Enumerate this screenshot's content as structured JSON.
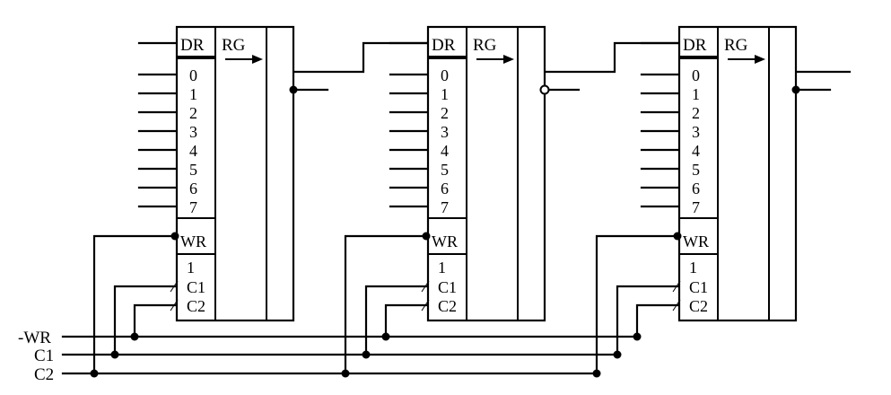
{
  "registers": [
    {
      "header_left": "DR",
      "header_right": "RG",
      "data_pins": [
        "0",
        "1",
        "2",
        "3",
        "4",
        "5",
        "6",
        "7"
      ],
      "write_pin": "WR",
      "control_pins": [
        "1",
        "C1",
        "C2"
      ]
    },
    {
      "header_left": "DR",
      "header_right": "RG",
      "data_pins": [
        "0",
        "1",
        "2",
        "3",
        "4",
        "5",
        "6",
        "7"
      ],
      "write_pin": "WR",
      "control_pins": [
        "1",
        "C1",
        "C2"
      ]
    },
    {
      "header_left": "DR",
      "header_right": "RG",
      "data_pins": [
        "0",
        "1",
        "2",
        "3",
        "4",
        "5",
        "6",
        "7"
      ],
      "write_pin": "WR",
      "control_pins": [
        "1",
        "C1",
        "C2"
      ]
    }
  ],
  "bus_signals": [
    "-WR",
    "C1",
    "C2"
  ],
  "colors": {
    "ink": "#000000",
    "background": "#ffffff"
  }
}
